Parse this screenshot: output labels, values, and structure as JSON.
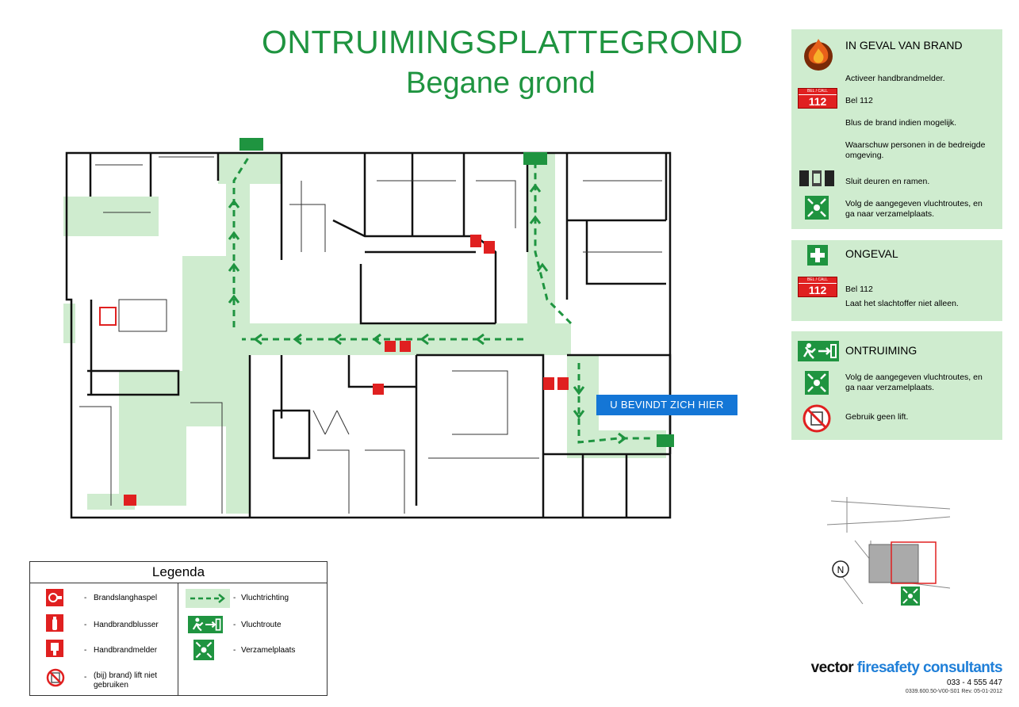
{
  "header": {
    "title": "ONTRUIMINGSPLATTEGROND",
    "subtitle": "Begane grond"
  },
  "fire_panel": {
    "heading": "IN GEVAL VAN BRAND",
    "step1": "Activeer handbrandmelder.",
    "step2": "Bel 112",
    "step3": "Blus de brand indien mogelijk.",
    "step4": "Waarschuw personen in de bedreigde omgeving.",
    "step5": "Sluit deuren en ramen.",
    "step6": "Volg de aangegeven vluchtroutes, en ga naar verzamelplaats.",
    "bel_label": "BEL / CALL",
    "bel_number": "112"
  },
  "accident_panel": {
    "heading": "ONGEVAL",
    "step1": "Bel 112",
    "step2": "Laat het slachtoffer niet alleen.",
    "bel_label": "BEL / CALL",
    "bel_number": "112"
  },
  "evac_panel": {
    "heading": "ONTRUIMING",
    "step1": "Volg de aangegeven vluchtroutes, en ga naar verzamelplaats.",
    "step2": "Gebruik geen lift."
  },
  "plan": {
    "you_are_here": "U BEVINDT ZICH HIER"
  },
  "legend": {
    "title": "Legenda",
    "items": [
      {
        "label": "Brandslanghaspel"
      },
      {
        "label": "Handbrandblusser"
      },
      {
        "label": "Handbrandmelder"
      },
      {
        "label": "(bij) brand) lift niet gebruiken"
      },
      {
        "label": "Vluchtrichting"
      },
      {
        "label": "Vluchtroute"
      },
      {
        "label": "Verzamelplaats"
      }
    ],
    "dash": "-"
  },
  "minimap": {
    "north": "N"
  },
  "footer": {
    "brand_a": "vector",
    "brand_b": "firesafety consultants",
    "phone": "033 - 4 555 447",
    "revision": "0339.600.50-V00-S01 Rev. 05-01-2012"
  },
  "colors": {
    "green_title": "#1f9440",
    "route_fill": "#cfeccf",
    "arrow_green": "#1f9440",
    "sign_red": "#e02020",
    "here_blue": "#1476d6",
    "brand_blue": "#1f7fd8"
  }
}
